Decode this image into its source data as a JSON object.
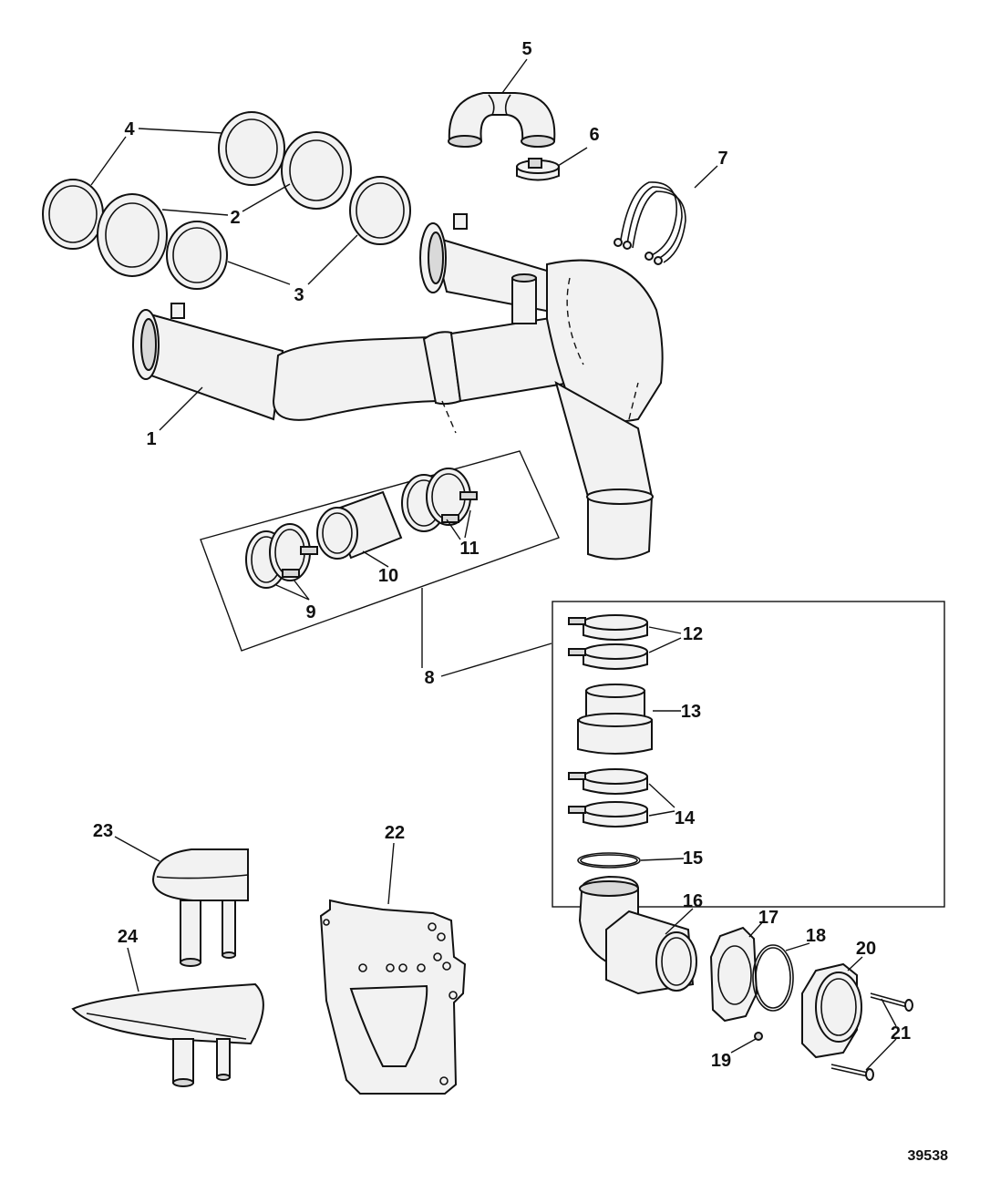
{
  "figure_number": "39538",
  "callouts": [
    {
      "id": "1",
      "label": "1"
    },
    {
      "id": "2",
      "label": "2"
    },
    {
      "id": "3",
      "label": "3"
    },
    {
      "id": "4",
      "label": "4"
    },
    {
      "id": "5",
      "label": "5"
    },
    {
      "id": "6",
      "label": "6"
    },
    {
      "id": "7",
      "label": "7"
    },
    {
      "id": "8",
      "label": "8"
    },
    {
      "id": "9",
      "label": "9"
    },
    {
      "id": "10",
      "label": "10"
    },
    {
      "id": "11",
      "label": "11"
    },
    {
      "id": "12",
      "label": "12"
    },
    {
      "id": "13",
      "label": "13"
    },
    {
      "id": "14",
      "label": "14"
    },
    {
      "id": "15",
      "label": "15"
    },
    {
      "id": "16",
      "label": "16"
    },
    {
      "id": "17",
      "label": "17"
    },
    {
      "id": "18",
      "label": "18"
    },
    {
      "id": "19",
      "label": "19"
    },
    {
      "id": "20",
      "label": "20"
    },
    {
      "id": "21",
      "label": "21"
    },
    {
      "id": "22",
      "label": "22"
    },
    {
      "id": "23",
      "label": "23"
    },
    {
      "id": "24",
      "label": "24"
    }
  ]
}
